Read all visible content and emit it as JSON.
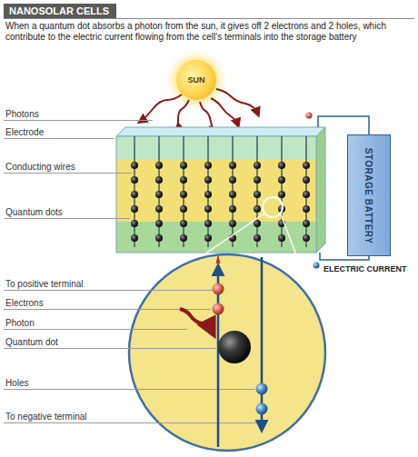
{
  "diagram": {
    "title": "NANOSOLAR CELLS",
    "nodes": [
      {
        "text": [
          "SUN"
        ]
      },
      {
        "text": [
          "STORAGE BATTERY"
        ]
      }
    ],
    "labels": [
      "When a quantum dot absorbs a photon from the sun, it gives off 2 electrons and 2 holes, which contribute to the electric current flowing from the cell's terminals into the storage battery",
      "Photons",
      "Electrode",
      "Conducting wires",
      "Quantum dots",
      "ELECTRIC CURRENT",
      "To positive terminal",
      "Electrons",
      "Photon",
      "Quantum dot",
      "Holes",
      "To negative terminal"
    ]
  }
}
